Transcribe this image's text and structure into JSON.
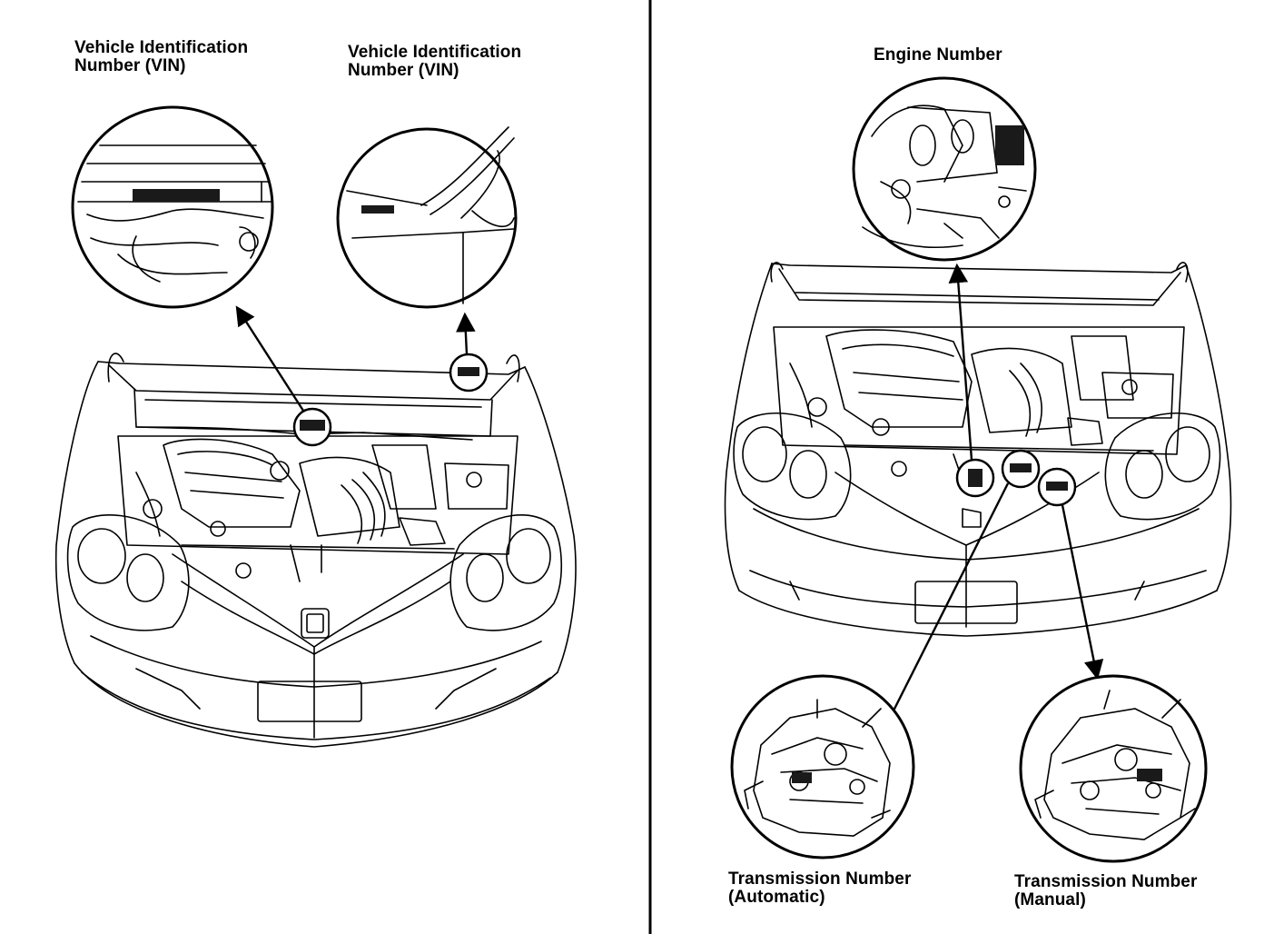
{
  "left_panel": {
    "vin_engine_bay_label": [
      "Vehicle Identification",
      "Number (VIN)"
    ],
    "vin_windshield_label": [
      "Vehicle Identification",
      "Number (VIN)"
    ]
  },
  "right_panel": {
    "engine_number_label": "Engine Number",
    "transmission_automatic_label": [
      "Transmission Number",
      "(Automatic)"
    ],
    "transmission_manual_label": [
      "Transmission Number",
      "(Manual)"
    ]
  },
  "colors": {
    "ink": "#000000",
    "paper": "#ffffff",
    "plate": "#1a1a1a"
  }
}
